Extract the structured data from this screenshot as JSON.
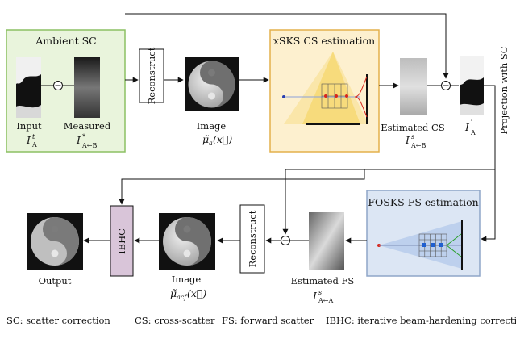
{
  "ambient": {
    "title": "Ambient  SC",
    "input_label": "Input",
    "input_math": "I",
    "input_sup": "t",
    "input_sub": "A",
    "measured_label": "Measured",
    "measured_math": "I",
    "measured_sup": "*",
    "measured_sub": "A←B"
  },
  "reconstruct_top": "Reconstruct",
  "image_top": {
    "label": "Image",
    "math": "μ̃",
    "sub": "a",
    "arg": "(x⃗)"
  },
  "xsks": {
    "title": "xSKS CS estimation"
  },
  "estimated_cs": {
    "label": "Estimated CS",
    "math": "I",
    "sup": "s",
    "sub": "A←B"
  },
  "i_prime": {
    "math": "I",
    "sup": "′",
    "sub": "A"
  },
  "projection_label": "Projection with SC",
  "fosks": {
    "title": "FOSKS FS estimation"
  },
  "estimated_fs": {
    "label": "Estimated FS",
    "math": "I",
    "sup": "s",
    "sub": "A←A"
  },
  "reconstruct_bottom": "Reconstruct",
  "image_bottom": {
    "label": "Image",
    "math": "μ̃",
    "sub": "acf",
    "arg": "(x⃗)"
  },
  "ibhc_box": "IBHC",
  "output_label": "Output",
  "legend": [
    "SC: scatter correction",
    "CS: cross-scatter",
    "FS: forward scatter",
    "IBHC: iterative beam-hardening correction"
  ],
  "colors": {
    "ambient_bg": "#e9f4dc",
    "ambient_border": "#8cc063",
    "xsks_bg": "#fdf0cf",
    "xsks_border": "#e3b04b",
    "fosks_bg": "#dce6f4",
    "fosks_border": "#8fa6c8",
    "ibhc_bg": "#d9c5d9"
  }
}
